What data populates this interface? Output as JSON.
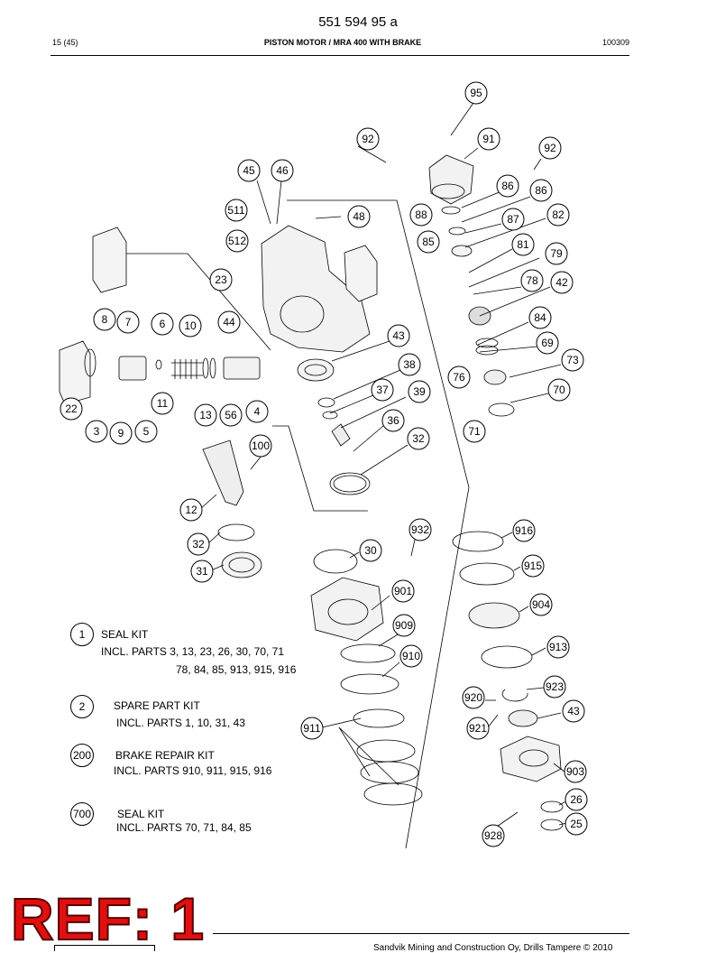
{
  "header": {
    "doc_number": "551 594 95 a",
    "page_info": "15 (45)",
    "title": "PISTON MOTOR / MRA 400 WITH BRAKE",
    "date": "100309"
  },
  "footer": {
    "copyright": "Sandvik Mining and Construction Oy, Drills Tampere © 2010"
  },
  "stamp": {
    "text": "REF: 1",
    "color": "#e01010"
  },
  "callouts": [
    "95",
    "92",
    "91",
    "92",
    "45",
    "46",
    "86",
    "86",
    "511",
    "48",
    "88",
    "87",
    "82",
    "512",
    "85",
    "81",
    "79",
    "23",
    "78",
    "42",
    "8",
    "7",
    "6",
    "10",
    "44",
    "84",
    "43",
    "69",
    "38",
    "73",
    "76",
    "37",
    "39",
    "70",
    "22",
    "11",
    "13",
    "56",
    "4",
    "36",
    "71",
    "3",
    "9",
    "5",
    "32",
    "100",
    "12",
    "932",
    "916",
    "32",
    "30",
    "915",
    "31",
    "901",
    "904",
    "909",
    "910",
    "913",
    "923",
    "920",
    "43",
    "911",
    "921",
    "903",
    "26",
    "25",
    "928"
  ],
  "kits": [
    {
      "number": "1",
      "name": "SEAL KIT",
      "lines": [
        "INCL. PARTS 3, 13, 23, 26, 30, 70, 71",
        "78, 84, 85, 913, 915, 916"
      ]
    },
    {
      "number": "2",
      "name": "SPARE PART KIT",
      "lines": [
        "INCL. PARTS 1, 10, 31, 43"
      ]
    },
    {
      "number": "200",
      "name": "BRAKE REPAIR KIT",
      "lines": [
        "INCL. PARTS 910, 911, 915, 916"
      ]
    },
    {
      "number": "700",
      "name": "SEAL KIT",
      "lines": [
        "INCL. PARTS 70, 71, 84, 85"
      ]
    }
  ]
}
